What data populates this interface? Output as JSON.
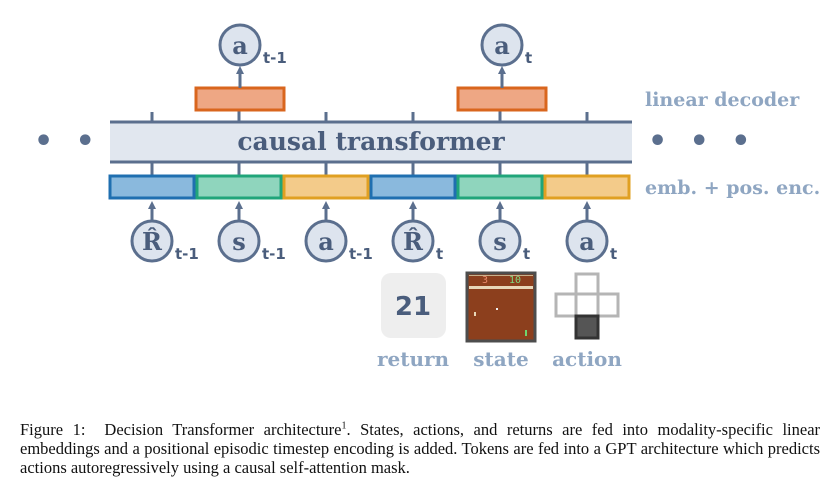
{
  "diagram": {
    "transformer_label": "causal transformer",
    "linear_decoder_label": "linear decoder",
    "embedding_label": "emb. + pos. enc.",
    "ellipsis_left": "• • •",
    "ellipsis_right": "• • •",
    "inputs": [
      {
        "symbol": "R̂",
        "sub": "t-1",
        "kind": "return"
      },
      {
        "symbol": "s",
        "sub": "t-1",
        "kind": "state"
      },
      {
        "symbol": "a",
        "sub": "t-1",
        "kind": "action"
      },
      {
        "symbol": "R̂",
        "sub": "t",
        "kind": "return"
      },
      {
        "symbol": "s",
        "sub": "t",
        "kind": "state"
      },
      {
        "symbol": "a",
        "sub": "t",
        "kind": "action"
      }
    ],
    "outputs": [
      {
        "symbol": "a",
        "sub": "t-1"
      },
      {
        "symbol": "a",
        "sub": "t"
      }
    ],
    "colors": {
      "return": "#8ab9dd",
      "return_border": "#1f6fb0",
      "state": "#8fd5bd",
      "state_border": "#20a57a",
      "action": "#f3cb8a",
      "action_border": "#e0a022",
      "decoder": "#eea784",
      "decoder_border": "#d9661e",
      "transformer": "#e1e7ef",
      "transformer_border": "#5b6f8e"
    },
    "examples": {
      "return_value": "21",
      "return_label": "return",
      "state_label": "state",
      "action_label": "action",
      "game_score_left": "3",
      "game_score_right": "10"
    }
  },
  "caption": {
    "figure_label": "Figure 1:",
    "title": "Decision Transformer architecture",
    "footnote_mark": "1",
    "body": ". States, actions, and returns are fed into modality-specific linear embeddings and a positional episodic timestep encoding is added. Tokens are fed into a GPT architecture which predicts actions autoregressively using a causal self-attention mask."
  }
}
